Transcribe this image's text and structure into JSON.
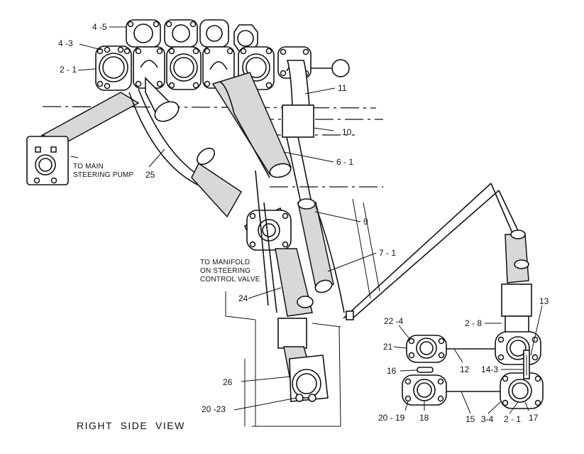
{
  "figure": {
    "view_title": "RIGHT  SIDE  VIEW",
    "notes": {
      "main_pump": [
        "TO MAIN",
        "STEERING PUMP"
      ],
      "manifold": [
        "TO MANIFOLD",
        "ON STEERING",
        "CONTROL VALVE"
      ]
    },
    "callouts": {
      "c4_5": "4 -5",
      "c4_3": "4 -3",
      "c2_1": "2 - 1",
      "c11": "11",
      "c10": "10",
      "c25": "25",
      "c6_1": "6 - 1",
      "c9": "9",
      "c7_1": "7 - 1",
      "c24": "24",
      "c26": "26",
      "c20_23": "20 -23",
      "c22_4": "22 -4",
      "c21": "21",
      "c16": "16",
      "c20_19": "20 - 19",
      "c18": "18",
      "c12": "12",
      "c14_3": "14-3",
      "c15": "15",
      "c3_4": "3-4",
      "c2_1b": "2 - 1",
      "c17": "17",
      "c2_8": "2 - 8",
      "c13": "13"
    }
  }
}
